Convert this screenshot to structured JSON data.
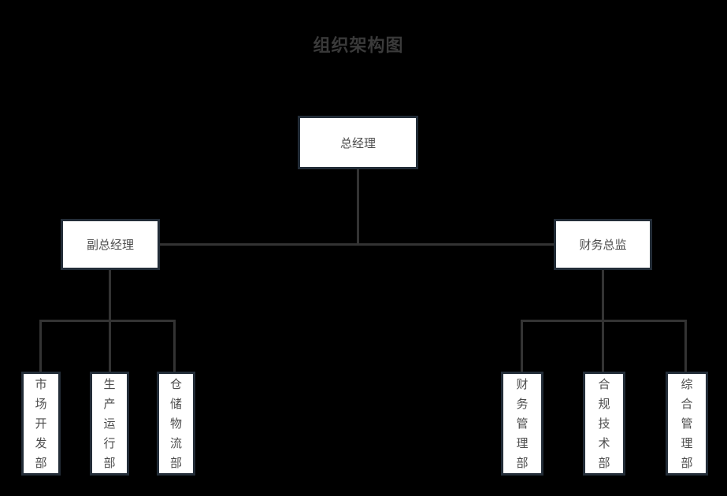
{
  "title": "组织架构图",
  "colors": {
    "background": "#000000",
    "box_fill": "#ffffff",
    "box_border": "#232d38",
    "connector_line": "#333333",
    "title_text": "#3a3a3a",
    "box_text": "#4d4d4d"
  },
  "org": {
    "root": {
      "label": "总经理"
    },
    "level2": [
      {
        "label": "副总经理"
      },
      {
        "label": "财务总监"
      }
    ],
    "left_departments": [
      {
        "label": "市场开发部"
      },
      {
        "label": "生产运行部"
      },
      {
        "label": "仓储物流部"
      }
    ],
    "right_departments": [
      {
        "label": "财务管理部"
      },
      {
        "label": "合规技术部"
      },
      {
        "label": "综合管理部"
      }
    ]
  }
}
